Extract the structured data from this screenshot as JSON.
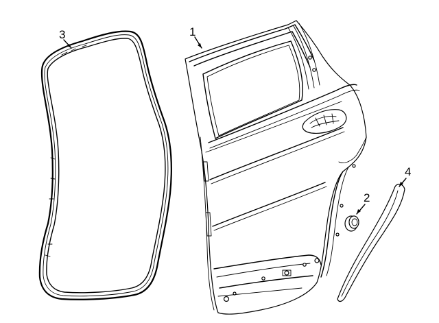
{
  "callouts": [
    {
      "number": "1",
      "part": "door-shell"
    },
    {
      "number": "2",
      "part": "plug"
    },
    {
      "number": "3",
      "part": "weatherstrip"
    },
    {
      "number": "4",
      "part": "trim-molding"
    }
  ]
}
